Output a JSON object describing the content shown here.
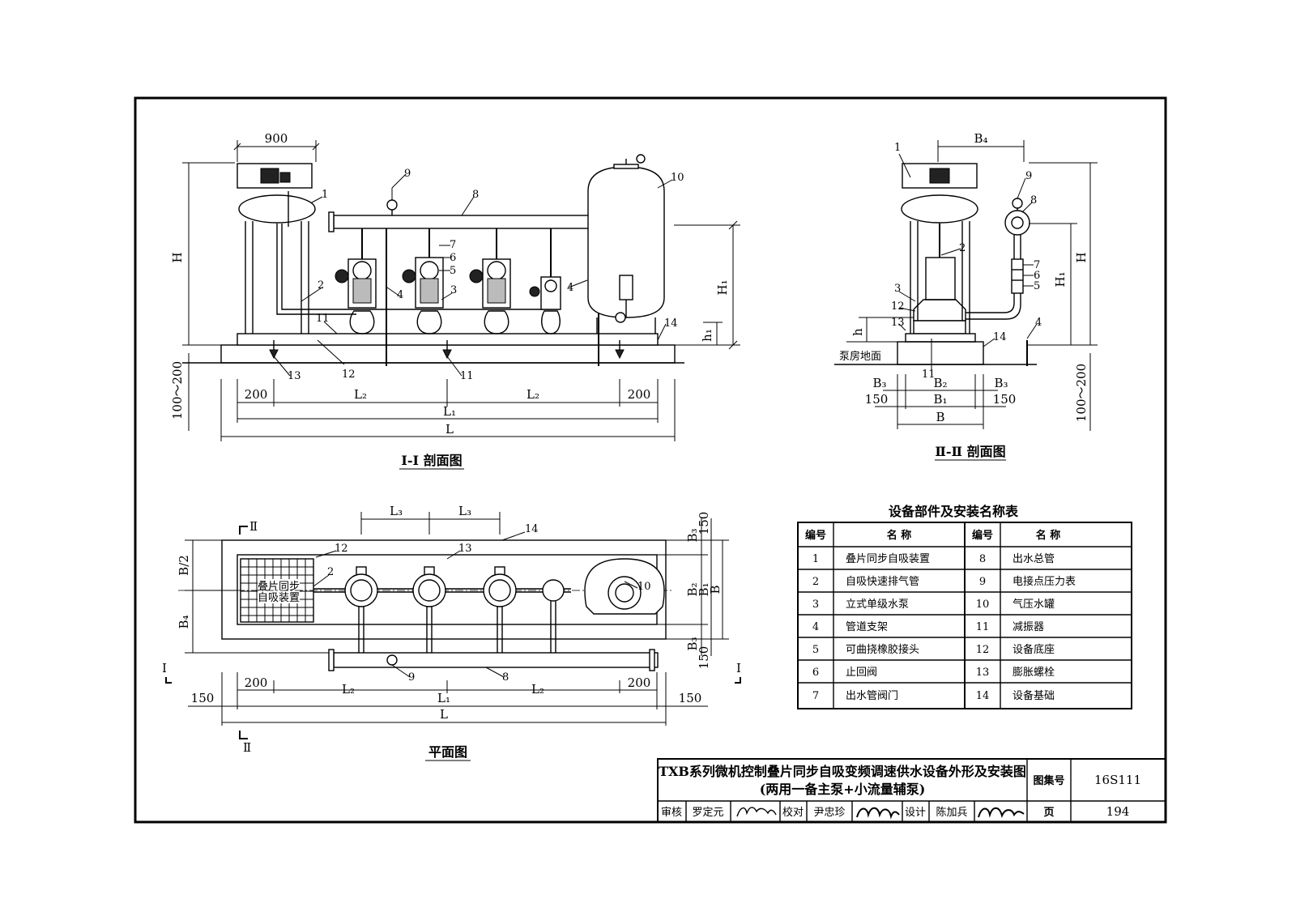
{
  "section1": {
    "title": "Ⅰ-Ⅰ 剖面图",
    "dim_900": "900",
    "dim_H": "H",
    "dim_H1": "H₁",
    "dim_h1": "h₁",
    "dim_range": "100～200",
    "dim_200": "200",
    "dim_L2": "L₂",
    "dim_L1": "L₁",
    "dim_L": "L",
    "callouts": [
      "1",
      "2",
      "3",
      "4",
      "5",
      "6",
      "7",
      "8",
      "9",
      "10",
      "11",
      "12",
      "13",
      "14"
    ]
  },
  "section2": {
    "title": "Ⅱ-Ⅱ 剖面图",
    "dim_B4": "B₄",
    "dim_H": "H",
    "dim_H1": "H₁",
    "dim_h": "h",
    "dim_range": "100～200",
    "floor_label": "泵房地面",
    "dim_B3": "B₃",
    "dim_B2": "B₂",
    "dim_B1": "B₁",
    "dim_B": "B",
    "dim_150": "150"
  },
  "plan": {
    "title": "平面图",
    "section_mark_II": "Ⅱ",
    "section_mark_I": "Ⅰ",
    "dim_L3": "L₃",
    "dim_B_half": "B/2",
    "dim_B4": "B₄",
    "dim_B3": "B₃",
    "dim_B2": "B₂",
    "dim_B1": "B₁",
    "dim_B": "B",
    "dim_150": "150",
    "dim_200": "200",
    "dim_L2": "L₂",
    "dim_L1": "L₁",
    "dim_L": "L",
    "device_label_line1": "叠片同步",
    "device_label_line2": "自吸装置"
  },
  "parts_table": {
    "title": "设备部件及安装名称表",
    "col_no": "编号",
    "col_name": "名  称",
    "left": [
      {
        "no": "1",
        "name": "叠片同步自吸装置"
      },
      {
        "no": "2",
        "name": "自吸快速排气管"
      },
      {
        "no": "3",
        "name": "立式单级水泵"
      },
      {
        "no": "4",
        "name": "管道支架"
      },
      {
        "no": "5",
        "name": "可曲挠橡胶接头"
      },
      {
        "no": "6",
        "name": "止回阀"
      },
      {
        "no": "7",
        "name": "出水管阀门"
      }
    ],
    "right": [
      {
        "no": "8",
        "name": "出水总管"
      },
      {
        "no": "9",
        "name": "电接点压力表"
      },
      {
        "no": "10",
        "name": "气压水罐"
      },
      {
        "no": "11",
        "name": "减振器"
      },
      {
        "no": "12",
        "name": "设备底座"
      },
      {
        "no": "13",
        "name": "膨胀螺栓"
      },
      {
        "no": "14",
        "name": "设备基础"
      }
    ]
  },
  "title_block": {
    "title_line1": "TXB系列微机控制叠片同步自吸变频调速供水设备外形及安装图",
    "title_line2": "(两用一备主泵+小流量辅泵)",
    "atlas_label": "图集号",
    "atlas_no": "16S111",
    "page_label": "页",
    "page_no": "194",
    "review_label": "审核",
    "review_name": "罗定元",
    "check_label": "校对",
    "check_name": "尹忠珍",
    "design_label": "设计",
    "design_name": "陈加兵"
  }
}
